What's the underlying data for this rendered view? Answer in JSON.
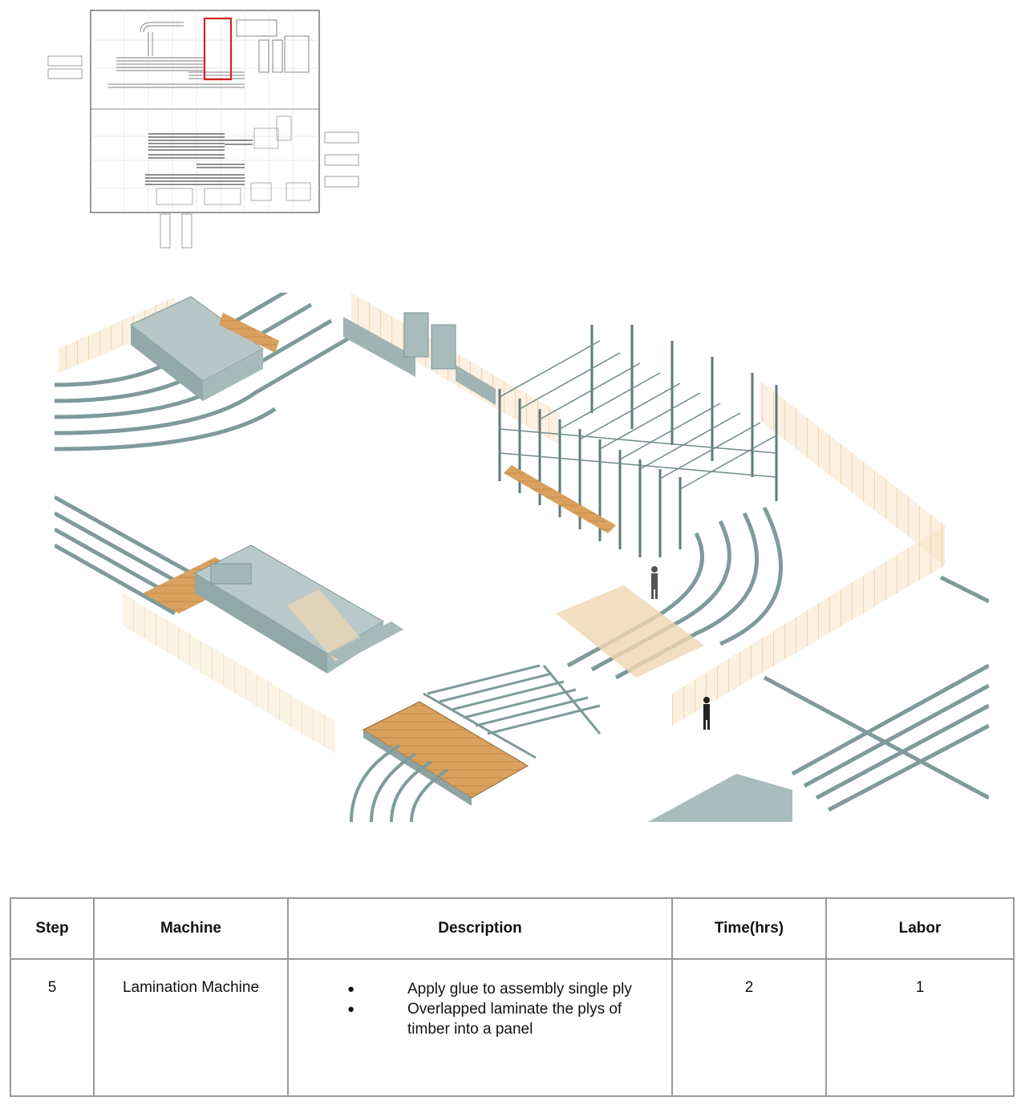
{
  "table": {
    "headers": {
      "step": "Step",
      "machine": "Machine",
      "description": "Description",
      "time": "Time(hrs)",
      "labor": "Labor"
    },
    "rows": [
      {
        "step": "5",
        "machine": "Lamination Machine",
        "description": [
          "Apply glue to assembly single ply",
          "Overlapped laminate the plys of timber into a panel"
        ],
        "time": "2",
        "labor": "1"
      }
    ]
  },
  "colors": {
    "highlight_box": "#d92020",
    "fence": "#e9b77a",
    "wood": "#d9a15d",
    "machine": "#9fb3b3",
    "border": "#9a9a9a"
  }
}
